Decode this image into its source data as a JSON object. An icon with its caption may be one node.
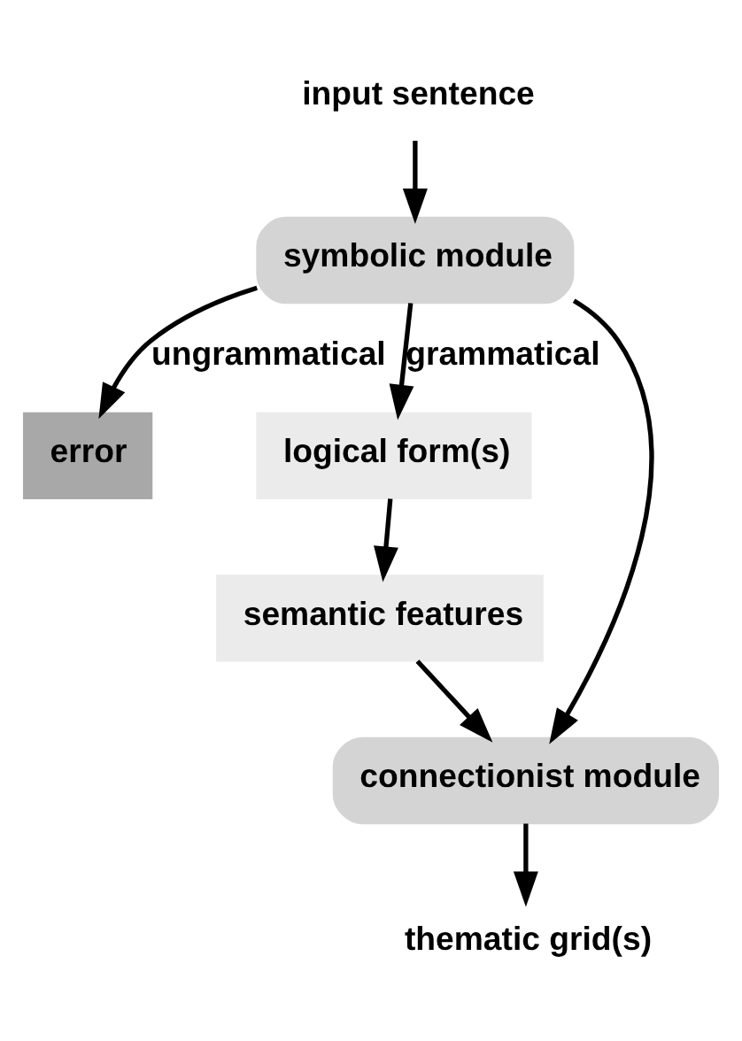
{
  "diagram": {
    "nodes": [
      {
        "text": [
          "input sentence"
        ]
      },
      {
        "text": [
          "symbolic module"
        ]
      },
      {
        "text": [
          "error"
        ]
      },
      {
        "text": [
          "logical form(s)"
        ]
      },
      {
        "text": [
          "semantic features"
        ]
      },
      {
        "text": [
          "connectionist module"
        ]
      },
      {
        "text": [
          "thematic grid(s)"
        ]
      }
    ],
    "edges": [
      {
        "from": 0,
        "to": 1,
        "arrow": "to"
      },
      {
        "from": 1,
        "to": 2,
        "arrow": "to",
        "label": "ungrammatical"
      },
      {
        "from": 1,
        "to": 3,
        "arrow": "to",
        "label": "grammatical"
      },
      {
        "from": 3,
        "to": 4,
        "arrow": "to"
      },
      {
        "from": 1,
        "to": 5,
        "arrow": "to"
      },
      {
        "from": 4,
        "to": 5,
        "arrow": "to"
      },
      {
        "from": 5,
        "to": 6,
        "arrow": "to"
      }
    ]
  }
}
